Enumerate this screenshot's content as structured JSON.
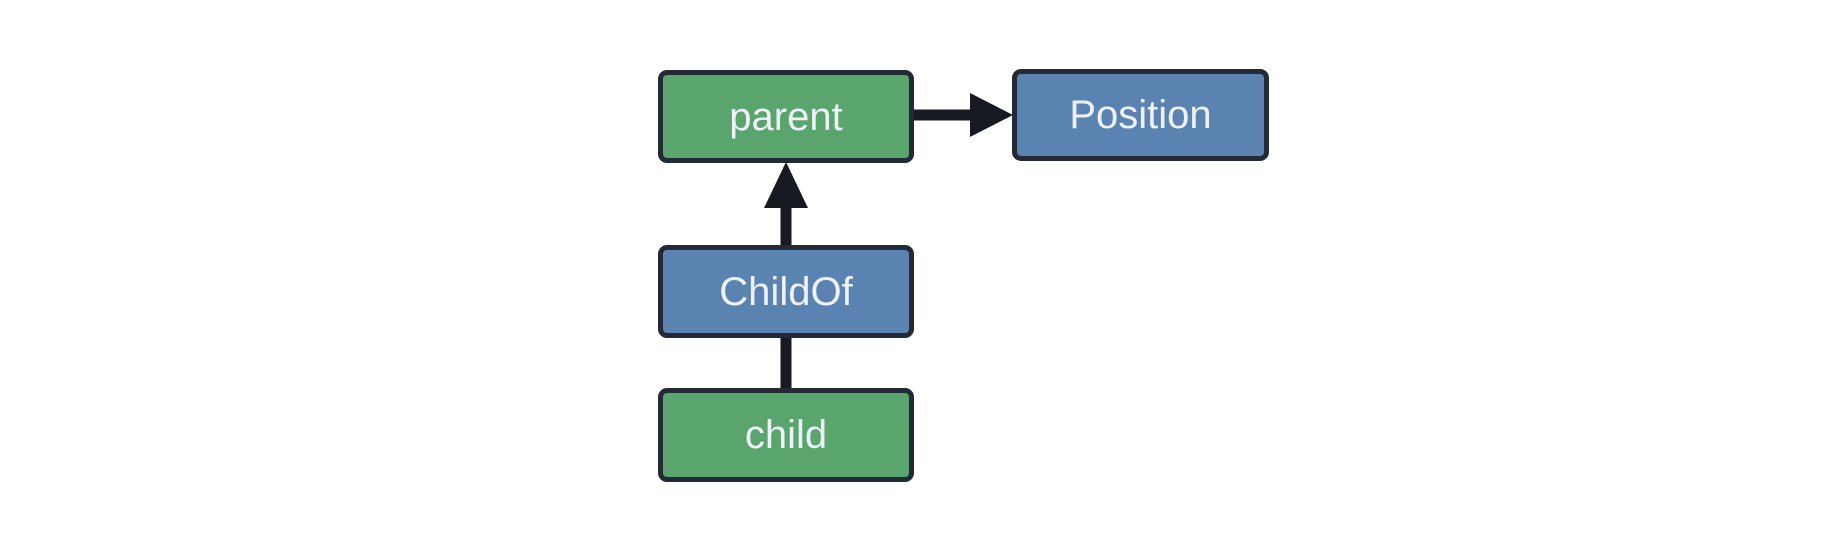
{
  "diagram": {
    "background": "#ffffff",
    "colors": {
      "entity_fill": "#5aa46e",
      "component_fill": "#5b83b2",
      "border": "#242a35",
      "arrow": "#171a20",
      "text": "#eef2f8"
    },
    "nodes": [
      {
        "id": "parent",
        "label": "parent",
        "type": "entity"
      },
      {
        "id": "position",
        "label": "Position",
        "type": "component"
      },
      {
        "id": "childof",
        "label": "ChildOf",
        "type": "component"
      },
      {
        "id": "child",
        "label": "child",
        "type": "entity"
      }
    ],
    "edges": [
      {
        "from": "parent",
        "to": "Position",
        "style": "arrow"
      },
      {
        "from": "ChildOf",
        "to": "parent",
        "style": "arrow"
      },
      {
        "from": "child",
        "to": "ChildOf",
        "style": "line"
      }
    ]
  }
}
